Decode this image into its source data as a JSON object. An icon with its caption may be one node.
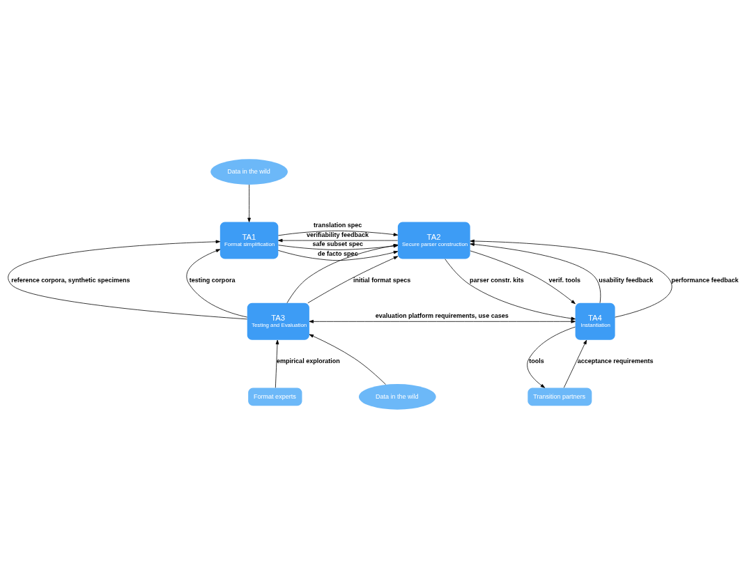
{
  "diagram": {
    "nodes": [
      {
        "text": [
          "Data in the wild"
        ]
      },
      {
        "text": [
          "TA1",
          "Format simplification"
        ]
      },
      {
        "text": [
          "TA2",
          "Secure parser construction"
        ]
      },
      {
        "text": [
          "TA3",
          "Testing and Evaluation"
        ]
      },
      {
        "text": [
          "TA4",
          "Instantiation"
        ]
      },
      {
        "text": [
          "Format experts"
        ]
      },
      {
        "text": [
          "Data in the wild"
        ]
      },
      {
        "text": [
          "Transition partners"
        ]
      }
    ],
    "edges": [
      {
        "from": 0,
        "to": 1,
        "arrow": "to"
      },
      {
        "from": 1,
        "to": 2,
        "arrow": "to",
        "label": "de facto spec"
      },
      {
        "from": 1,
        "to": 2,
        "arrow": "to",
        "label": "safe subset spec"
      },
      {
        "from": 1,
        "to": 2,
        "arrow": "to",
        "label": "translation spec"
      },
      {
        "from": 2,
        "to": 1,
        "arrow": "to",
        "label": "verifiability feedback"
      },
      {
        "from": 3,
        "to": 1,
        "arrow": "to",
        "label": "reference corpora, synthetic specimens"
      },
      {
        "from": 3,
        "to": 1,
        "arrow": "to",
        "label": "testing corpora"
      },
      {
        "from": 3,
        "to": 2,
        "arrow": "to"
      },
      {
        "from": 3,
        "to": 2,
        "arrow": "to",
        "label": "initial format specs"
      },
      {
        "from": 2,
        "to": 4,
        "arrow": "to",
        "label": "parser constr. kits"
      },
      {
        "from": 2,
        "to": 4,
        "arrow": "to",
        "label": "verif. tools"
      },
      {
        "from": 4,
        "to": 2,
        "arrow": "to",
        "label": "usability feedback"
      },
      {
        "from": 4,
        "to": 2,
        "arrow": "to",
        "label": "performance feedback"
      },
      {
        "from": 3,
        "to": 4,
        "arrow": "both",
        "label": "evaluation platform requirements, use cases"
      },
      {
        "from": 5,
        "to": 3,
        "arrow": "to",
        "label": "empirical exploration"
      },
      {
        "from": 6,
        "to": 3,
        "arrow": "to"
      },
      {
        "from": 4,
        "to": 7,
        "arrow": "to",
        "label": "tools"
      },
      {
        "from": 7,
        "to": 4,
        "arrow": "to",
        "label": "acceptance requirements"
      }
    ]
  }
}
